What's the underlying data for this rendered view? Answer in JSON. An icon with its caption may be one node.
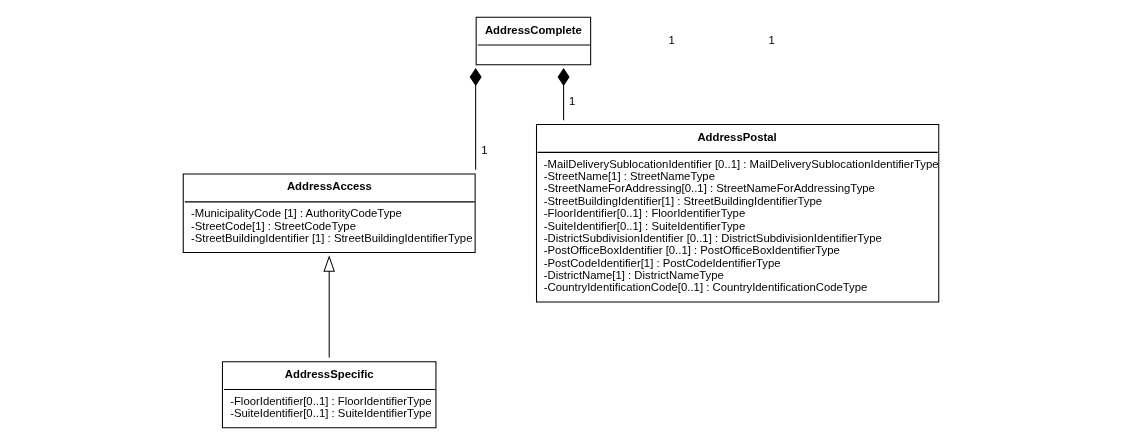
{
  "diagram": {
    "nodes": [
      {
        "text": [
          "AddressComplete"
        ]
      },
      {
        "text": [
          "AddressAccess",
          "-MunicipalityCode [1] : AuthorityCodeType",
          "-StreetCode[1] : StreetCodeType",
          "-StreetBuildingIdentifier [1] : StreetBuildingIdentifierType"
        ]
      },
      {
        "text": [
          "AddressPostal",
          "-MailDeliverySublocationIdentifier [0..1] : MailDeliverySublocationIdentifierType",
          "-StreetName[1] : StreetNameType",
          "-StreetNameForAddressing[0..1] : StreetNameForAddressingType",
          "-StreetBuildingIdentifier[1] : StreetBuildingIdentifierType",
          "-FloorIdentifier[0..1] : FloorIdentifierType",
          "-SuiteIdentifier[0..1] : SuiteIdentifierType",
          "-DistrictSubdivisionIdentifier [0..1] : DistrictSubdivisionIdentifierType",
          "-PostOfficeBoxIdentifier [0..1] : PostOfficeBoxIdentifierType",
          "-PostCodeIdentifier[1] : PostCodeIdentifierType",
          "-DistrictName[1] : DistrictNameType",
          "-CountryIdentificationCode[0..1] : CountryIdentificationCodeType"
        ]
      },
      {
        "text": [
          "AddressSpecific",
          "-FloorIdentifier[0..1] : FloorIdentifierType",
          "-SuiteIdentifier[0..1] : SuiteIdentifierType"
        ]
      }
    ],
    "edges": [
      {
        "from": 0,
        "to": 1,
        "arrow": "other",
        "label": "1"
      },
      {
        "from": 0,
        "to": 2,
        "arrow": "other",
        "label": "1"
      },
      {
        "from": 3,
        "to": 1,
        "arrow": "to"
      }
    ],
    "labels": [
      "1",
      "1"
    ]
  }
}
